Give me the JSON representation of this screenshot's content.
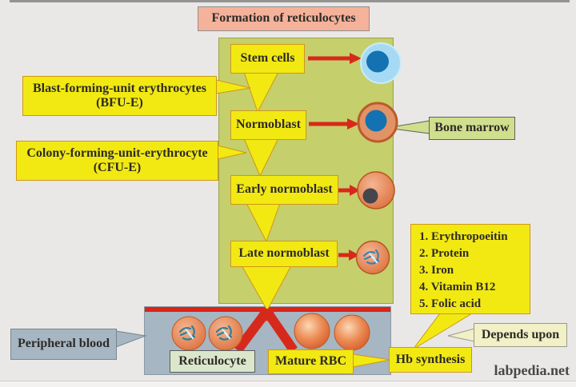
{
  "title": "Formation of reticulocytes",
  "stages": {
    "stem_cells": "Stem cells",
    "normoblast": "Normoblast",
    "early_normoblast": "Early normoblast",
    "late_normoblast": "Late normoblast"
  },
  "left_labels": {
    "bfu_line1": "Blast-forming-unit erythrocytes",
    "bfu_line2": "(BFU-E)",
    "cfu_line1": "Colony-forming-unit-erythrocyte",
    "cfu_line2": "(CFU-E)"
  },
  "bone_marrow": "Bone marrow",
  "peripheral_blood": "Peripheral blood",
  "blood_labels": {
    "reticulocyte": "Reticulocyte",
    "mature_rbc": "Mature RBC"
  },
  "hb_synthesis": "Hb synthesis",
  "depends_upon": "Depends upon",
  "depends_list": [
    "1. Erythropoeitin",
    "2. Protein",
    "3. Iron",
    "4. Vitamin B12",
    "5. Folic acid"
  ],
  "watermark": "labpedia.net",
  "colors": {
    "callout_yellow": "#f2e913",
    "panel_green": "#c5cf6c",
    "title_salmon": "#f4b29a",
    "bone_marrow_green": "#cfdf8d",
    "reticulocyte_green": "#dbe7cb",
    "band_bluegray": "#a6b6c2",
    "pale_yellow": "#f1f0c6",
    "arrow_red": "#d7291b",
    "nucleus_blue": "#1472b2",
    "cell_orange": "#dc6f3d",
    "stem_halo_blue": "#a6daf4"
  }
}
